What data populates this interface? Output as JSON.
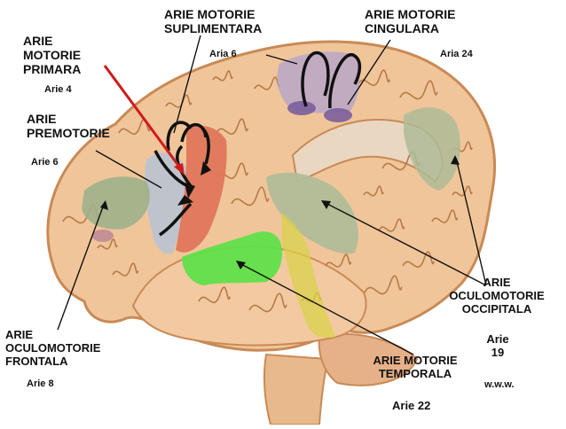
{
  "labels": {
    "motor_primary": {
      "title_lines": [
        "ARIE",
        "MOTORIE",
        "PRIMARA"
      ],
      "area": "Arie 4"
    },
    "premotor": {
      "title_lines": [
        "ARIE",
        "PREMOTORIE"
      ],
      "area": "Arie 6"
    },
    "supplementary": {
      "title_lines": [
        "ARIE MOTORIE",
        "SUPLIMENTARA"
      ],
      "area": "Aria 6"
    },
    "cingular": {
      "title_lines": [
        "ARIE MOTORIE",
        "CINGULARA"
      ],
      "area": "Aria 24"
    },
    "oculo_frontal": {
      "title_lines": [
        "ARIE",
        "OCULOMOTORIE",
        "FRONTALA"
      ],
      "area": "Arie 8"
    },
    "oculo_occipital": {
      "title_lines": [
        "ARIE",
        "OCULOMOTORIE",
        "OCCIPITALA"
      ],
      "area_lines": [
        "Arie",
        "19"
      ]
    },
    "temporal": {
      "title_lines": [
        "ARIE MOTORIE",
        "TEMPORALA"
      ],
      "area": "Arie 22"
    },
    "watermark": "w.w.w."
  },
  "colors": {
    "background": "#ffffff",
    "brain_tissue": "#f0c59a",
    "brain_outline": "#c98a55",
    "gyrus_line": "#b87a48",
    "motor_primary_area": "#e0765a",
    "premotor_area": "#b9c3d2",
    "oculo_frontal_area": "#9fb08a",
    "oculo_occipital_area": "#aebb98",
    "cingular_area": "#b8a6c8",
    "cingular_spots": "#7b5e9c",
    "temporal_area": "#5fe04a",
    "yellow_strip": "#d8d24a",
    "pointer_arrow": "#d11a1a",
    "leader_line": "#111111"
  }
}
